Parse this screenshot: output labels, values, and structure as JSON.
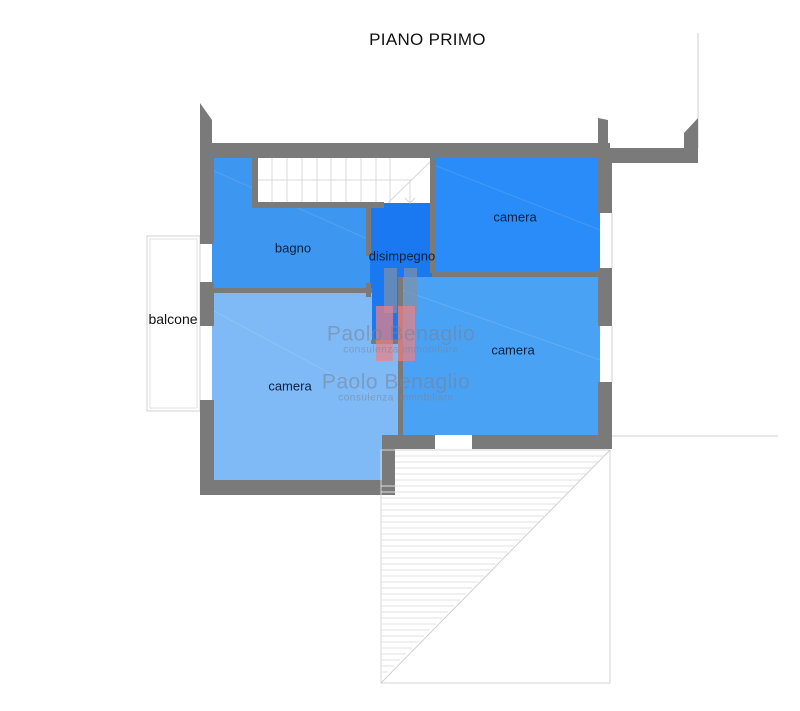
{
  "title": "PIANO PRIMO",
  "rooms": {
    "bagno": "bagno",
    "disimpegno": "disimpegno",
    "camera_top_right": "camera",
    "camera_right": "camera",
    "camera_left": "camera",
    "balcone": "balcone"
  },
  "watermark": {
    "name": "Paolo Benaglio",
    "subtitle": "consulenza immobiliare"
  },
  "colors": {
    "wall": "#7a7a7a",
    "bagno": "#3d96f0",
    "disimpegno": "#1a78f0",
    "camera_top_right": "#2a8cf8",
    "camera_right": "#4aa2f5",
    "camera_left": "#7fbaf6",
    "stair_lines": "#d8d8d8"
  }
}
